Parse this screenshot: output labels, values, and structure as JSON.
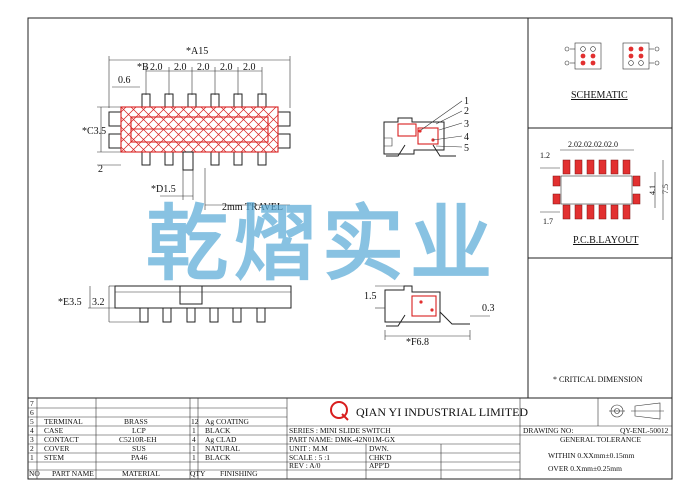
{
  "drawing": {
    "dims": {
      "a": "*A15",
      "b": "*B",
      "pitch": "2.0",
      "edge": "0.6",
      "c": "*C3.5",
      "side": "2",
      "d": "*D1.5",
      "travel": "2mm TRAVEL",
      "e": "*E3.5",
      "e2": "3.2",
      "f": "*F6.8",
      "h": "1.5",
      "t": "0.3"
    },
    "callouts": [
      "1",
      "2",
      "3",
      "4",
      "5"
    ],
    "watermark": "乾熠实业",
    "panels": {
      "schematic": "SCHEMATIC",
      "pcb": "P.C.B.LAYOUT",
      "pcb_pitch": "2.02.02.02.02.0",
      "pcb_a": "1.2",
      "pcb_b": "1.7",
      "pcb_c": "4.1",
      "pcb_d": "7.5",
      "critical": "* CRITICAL  DIMENSION"
    }
  },
  "titleblock": {
    "parts": [
      {
        "no": "7",
        "name": "",
        "material": "",
        "qty": "",
        "finish": ""
      },
      {
        "no": "6",
        "name": "",
        "material": "",
        "qty": "",
        "finish": ""
      },
      {
        "no": "5",
        "name": "TERMINAL",
        "material": "BRASS",
        "qty": "12",
        "finish": "Ag  COATING"
      },
      {
        "no": "4",
        "name": "CASE",
        "material": "LCP",
        "qty": "1",
        "finish": "BLACK"
      },
      {
        "no": "3",
        "name": "CONTACT",
        "material": "C5210R-EH",
        "qty": "4",
        "finish": "Ag  CLAD"
      },
      {
        "no": "2",
        "name": "COVER",
        "material": "SUS",
        "qty": "1",
        "finish": "NATURAL"
      },
      {
        "no": "1",
        "name": "STEM",
        "material": "PA46",
        "qty": "1",
        "finish": "BLACK"
      }
    ],
    "header": {
      "no": "NO",
      "name": "PART NAME",
      "material": "MATERIAL",
      "qty": "QTY",
      "finish": "FINISHING"
    },
    "company": "QIAN  YI  INDUSTRIAL  LIMITED",
    "logo": "Q",
    "series": "SERIES : MINI SLIDE SWITCH",
    "part_name": "PART NAME: DMK-42N01M-GX",
    "unit": "UNIT  :  M.M",
    "scale": "SCALE : 5 :1",
    "rev": "REV   :  A/0",
    "dwn": "DWN.",
    "chkd": "CHK'D",
    "appd": "APP'D",
    "drawing_no_label": "DRAWING NO:",
    "drawing_no": "QY-ENL-50012",
    "tolerance_title": "GENERAL TOLERANCE",
    "tol1": "WITHIN  0.XXmm±0.15mm",
    "tol2": "OVER   0.Xmm±0.25mm"
  }
}
